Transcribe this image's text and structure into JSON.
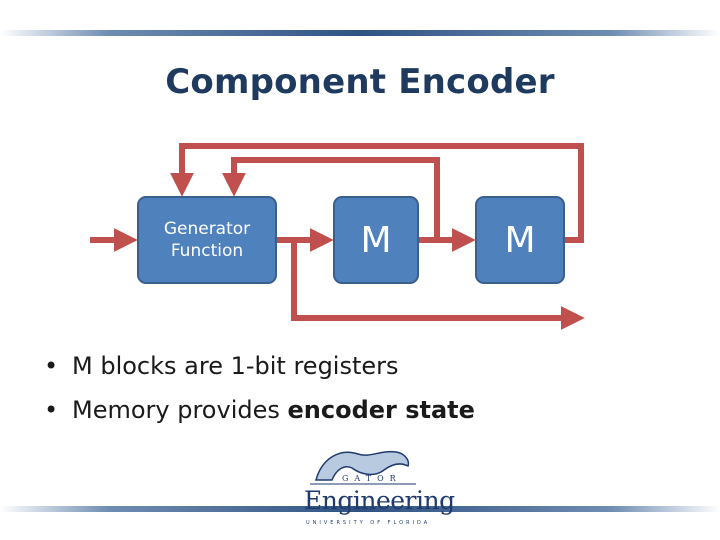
{
  "slide": {
    "title": "Component Encoder"
  },
  "diagram": {
    "generator_block": {
      "line1": "Generator",
      "line2": "Function"
    },
    "memory_blocks": [
      {
        "label": "M"
      },
      {
        "label": "M"
      }
    ],
    "colors": {
      "arrow": "#c0504d",
      "block_fill": "#4f81bd",
      "block_border": "#3a5f8c"
    }
  },
  "bullets": [
    {
      "text": "M blocks are 1-bit registers",
      "bold": ""
    },
    {
      "text": "Memory provides ",
      "bold": "encoder state"
    }
  ],
  "logo": {
    "word": "Engineering",
    "gator": "GATOR",
    "university": "UNIVERSITY OF FLORIDA",
    "icon": "gator-logo"
  }
}
